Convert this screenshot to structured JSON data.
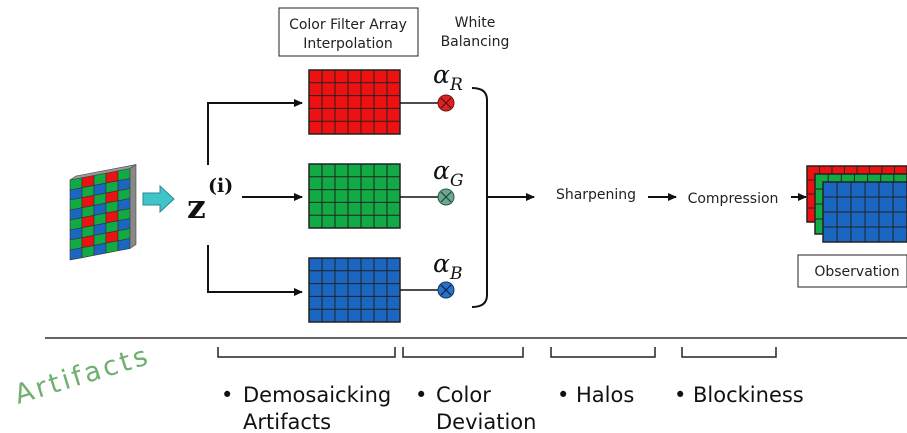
{
  "labels": {
    "cfa": [
      "Color Filter Array",
      "Interpolation"
    ],
    "wb": [
      "White",
      "Balancing"
    ],
    "z_main": "z",
    "z_sup": "(i)",
    "alpha_r": "R",
    "alpha_g": "G",
    "alpha_b": "B",
    "alpha_sym": "α",
    "sharpening": "Sharpening",
    "compression": "Compression",
    "observation": "Observation",
    "artifacts": "Artifacts"
  },
  "artifact_groups": [
    {
      "bullet": "•",
      "lines": [
        "Demosaicking",
        "Artifacts"
      ]
    },
    {
      "bullet": "•",
      "lines": [
        "Color",
        "Deviation"
      ]
    },
    {
      "bullet": "•",
      "lines": [
        "Halos"
      ]
    },
    {
      "bullet": "•",
      "lines": [
        "Blockiness"
      ]
    }
  ],
  "colors": {
    "red": "#ee1111",
    "green": "#11aa44",
    "blue": "#1a66c0",
    "grid_line": "#222222",
    "arrow_fill": "#40c4c8",
    "artifacts_text": "#6fb070",
    "knob_red": "#dd2222",
    "knob_green": "#6aa890",
    "knob_blue": "#2a72c8"
  }
}
